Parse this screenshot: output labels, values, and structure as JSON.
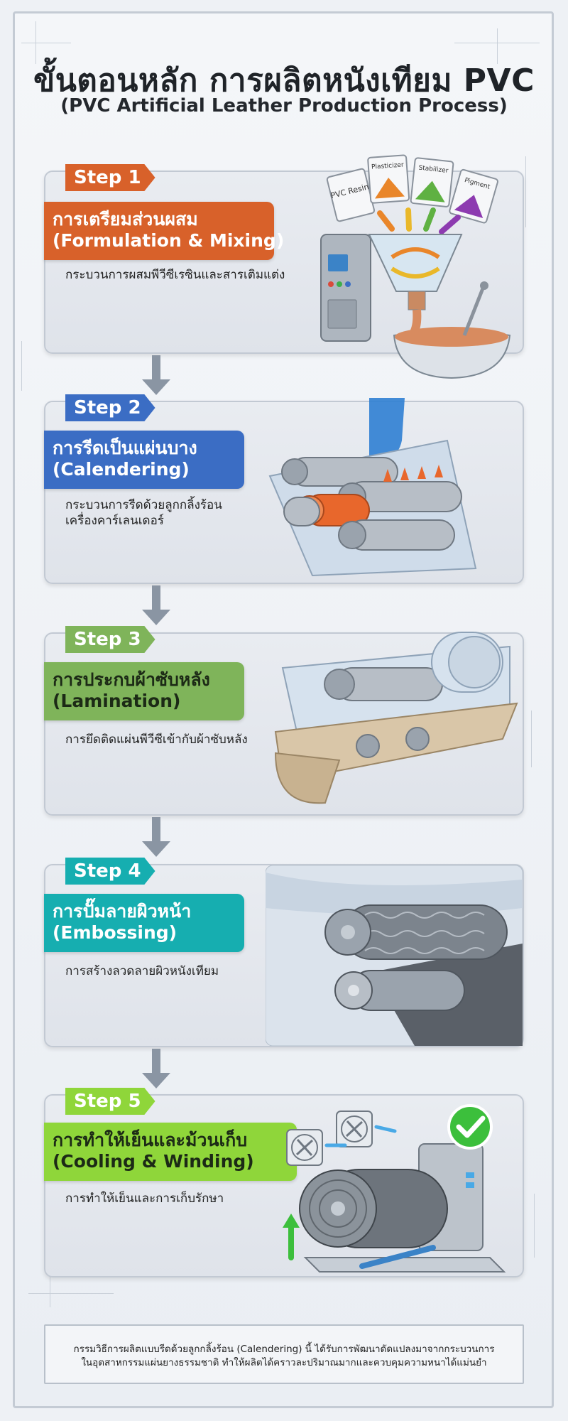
{
  "header": {
    "title": "ขั้นตอนหลัก การผลิตหนังเทียม PVC",
    "subtitle": "(PVC Artificial Leather Production Process)"
  },
  "steps": [
    {
      "tab": "Step 1",
      "label_th": "การเตรียมส่วนผสม",
      "label_en": "(Formulation & Mixing)",
      "desc": [
        "กระบวนการผสมพีวีซีเรซินและสารเติมแต่ง"
      ],
      "color": "#d8612a",
      "bags": [
        "PVC Resin",
        "Plasticizer",
        "Stabilizer",
        "Pigment"
      ]
    },
    {
      "tab": "Step 2",
      "label_th": "การรีดเป็นแผ่นบาง",
      "label_en": "(Calendering)",
      "desc": [
        "กระบวนการรีดด้วยลูกกลิ้งร้อน",
        "เครื่องคาร์เลนเดอร์"
      ],
      "color": "#3b6dc4"
    },
    {
      "tab": "Step 3",
      "label_th": "การประกบผ้าซับหลัง",
      "label_en": "(Lamination)",
      "desc": [
        "การยึดติดแผ่นพีวีซีเข้ากับผ้าซับหลัง"
      ],
      "color": "#7fb45a"
    },
    {
      "tab": "Step 4",
      "label_th": "การปั๊มลายผิวหน้า",
      "label_en": "(Embossing)",
      "desc": [
        "การสร้างลวดลายผิวหนังเทียม"
      ],
      "color": "#16aeb0"
    },
    {
      "tab": "Step 5",
      "label_th": "การทำให้เย็นและม้วนเก็บ",
      "label_en": "(Cooling & Winding)",
      "desc": [
        "การทำให้เย็นและการเก็บรักษา"
      ],
      "color": "#8fd63a"
    }
  ],
  "footer": {
    "lines": [
      "กรรมวิธีการผลิตแบบรีดด้วยลูกกลิ้งร้อน (Calendering) นี้ ได้รับการพัฒนาดัดแปลงมาจากกระบวนการ",
      "ในอุตสาหกรรมแผ่นยางธรรมชาติ ทำให้ผลิตได้คราวละปริมาณมากและควบคุมความหนาได้แม่นยำ"
    ]
  },
  "colors": {
    "arrow": "#8a95a3",
    "card_border": "#c2c9d3",
    "roller": "#9aa3ad",
    "heat": "#e8672c",
    "check": "#3cbf3c"
  }
}
